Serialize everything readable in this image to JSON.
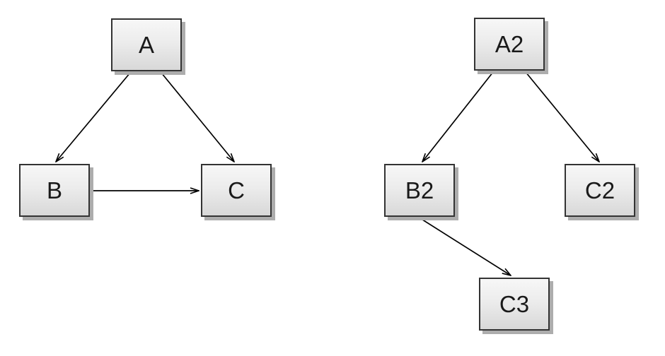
{
  "diagram": {
    "type": "directed-graph",
    "background_color": "#ffffff",
    "node_style": {
      "fill_top": "#f7f7f7",
      "fill_bottom": "#d8d8d8",
      "border_color": "#333333",
      "shadow_color": "#adadad",
      "text_color": "#1a1a1a"
    },
    "edge_style": {
      "line_color": "#000000",
      "arrowhead": "open-v"
    },
    "graphs": [
      {
        "id": "left",
        "nodes": [
          {
            "id": "A",
            "label": "A"
          },
          {
            "id": "B",
            "label": "B"
          },
          {
            "id": "C",
            "label": "C"
          }
        ],
        "edges": [
          {
            "from": "A",
            "to": "B"
          },
          {
            "from": "A",
            "to": "C"
          },
          {
            "from": "B",
            "to": "C"
          }
        ]
      },
      {
        "id": "right",
        "nodes": [
          {
            "id": "A2",
            "label": "A2"
          },
          {
            "id": "B2",
            "label": "B2"
          },
          {
            "id": "C2",
            "label": "C2"
          },
          {
            "id": "C3",
            "label": "C3"
          }
        ],
        "edges": [
          {
            "from": "A2",
            "to": "B2"
          },
          {
            "from": "A2",
            "to": "C2"
          },
          {
            "from": "B2",
            "to": "C3"
          }
        ]
      }
    ]
  }
}
